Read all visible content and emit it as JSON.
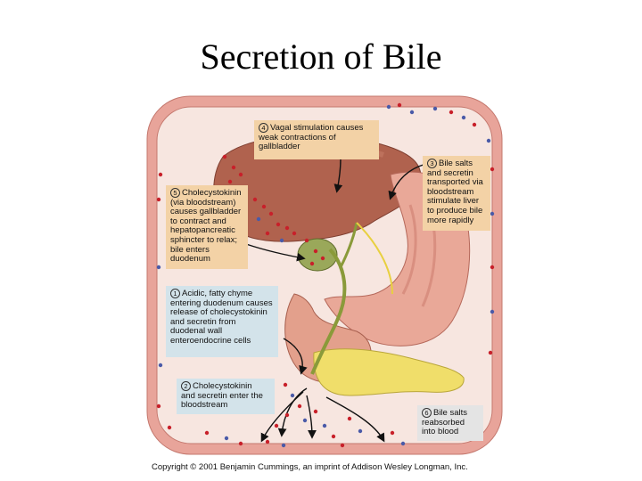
{
  "title": "Secretion of Bile",
  "callouts": [
    {
      "number": "4",
      "text": "Vagal stimulation causes\nweak contractions of\ngallbladder"
    },
    {
      "number": "3",
      "text": "Bile salts\nand secretin\ntransported via\nbloodstream\nstimulate liver\nto produce bile\nmore rapidly"
    },
    {
      "number": "5",
      "text": "Cholecystokinin\n(via bloodstream)\ncauses gallbladder\nto contract and\nhepatopancreatic\nsphincter to relax;\nbile enters\nduodenum"
    },
    {
      "number": "1",
      "text": "Acidic, fatty chyme\nentering duodenum causes\nrelease of cholecystokinin\nand secretin from\nduodenal wall\nenteroendocrine cells"
    },
    {
      "number": "2",
      "text": "Cholecystokinin\nand secretin enter the\nbloodstream"
    },
    {
      "number": "6",
      "text": "Bile salts\nreabsorbed\ninto blood"
    }
  ],
  "copyright": "Copyright © 2001 Benjamin Cummings, an imprint of Addison Wesley Longman, Inc.",
  "colors": {
    "vessel_wall": "#e8a49a",
    "vessel_inner": "#f7e6e0",
    "liver": "#b0624e",
    "stomach": "#e9a898",
    "pancreas": "#f0de6a",
    "bile_duct": "#8a9a3a",
    "dot_red": "#c8202a",
    "dot_blue": "#4a5aa8"
  }
}
